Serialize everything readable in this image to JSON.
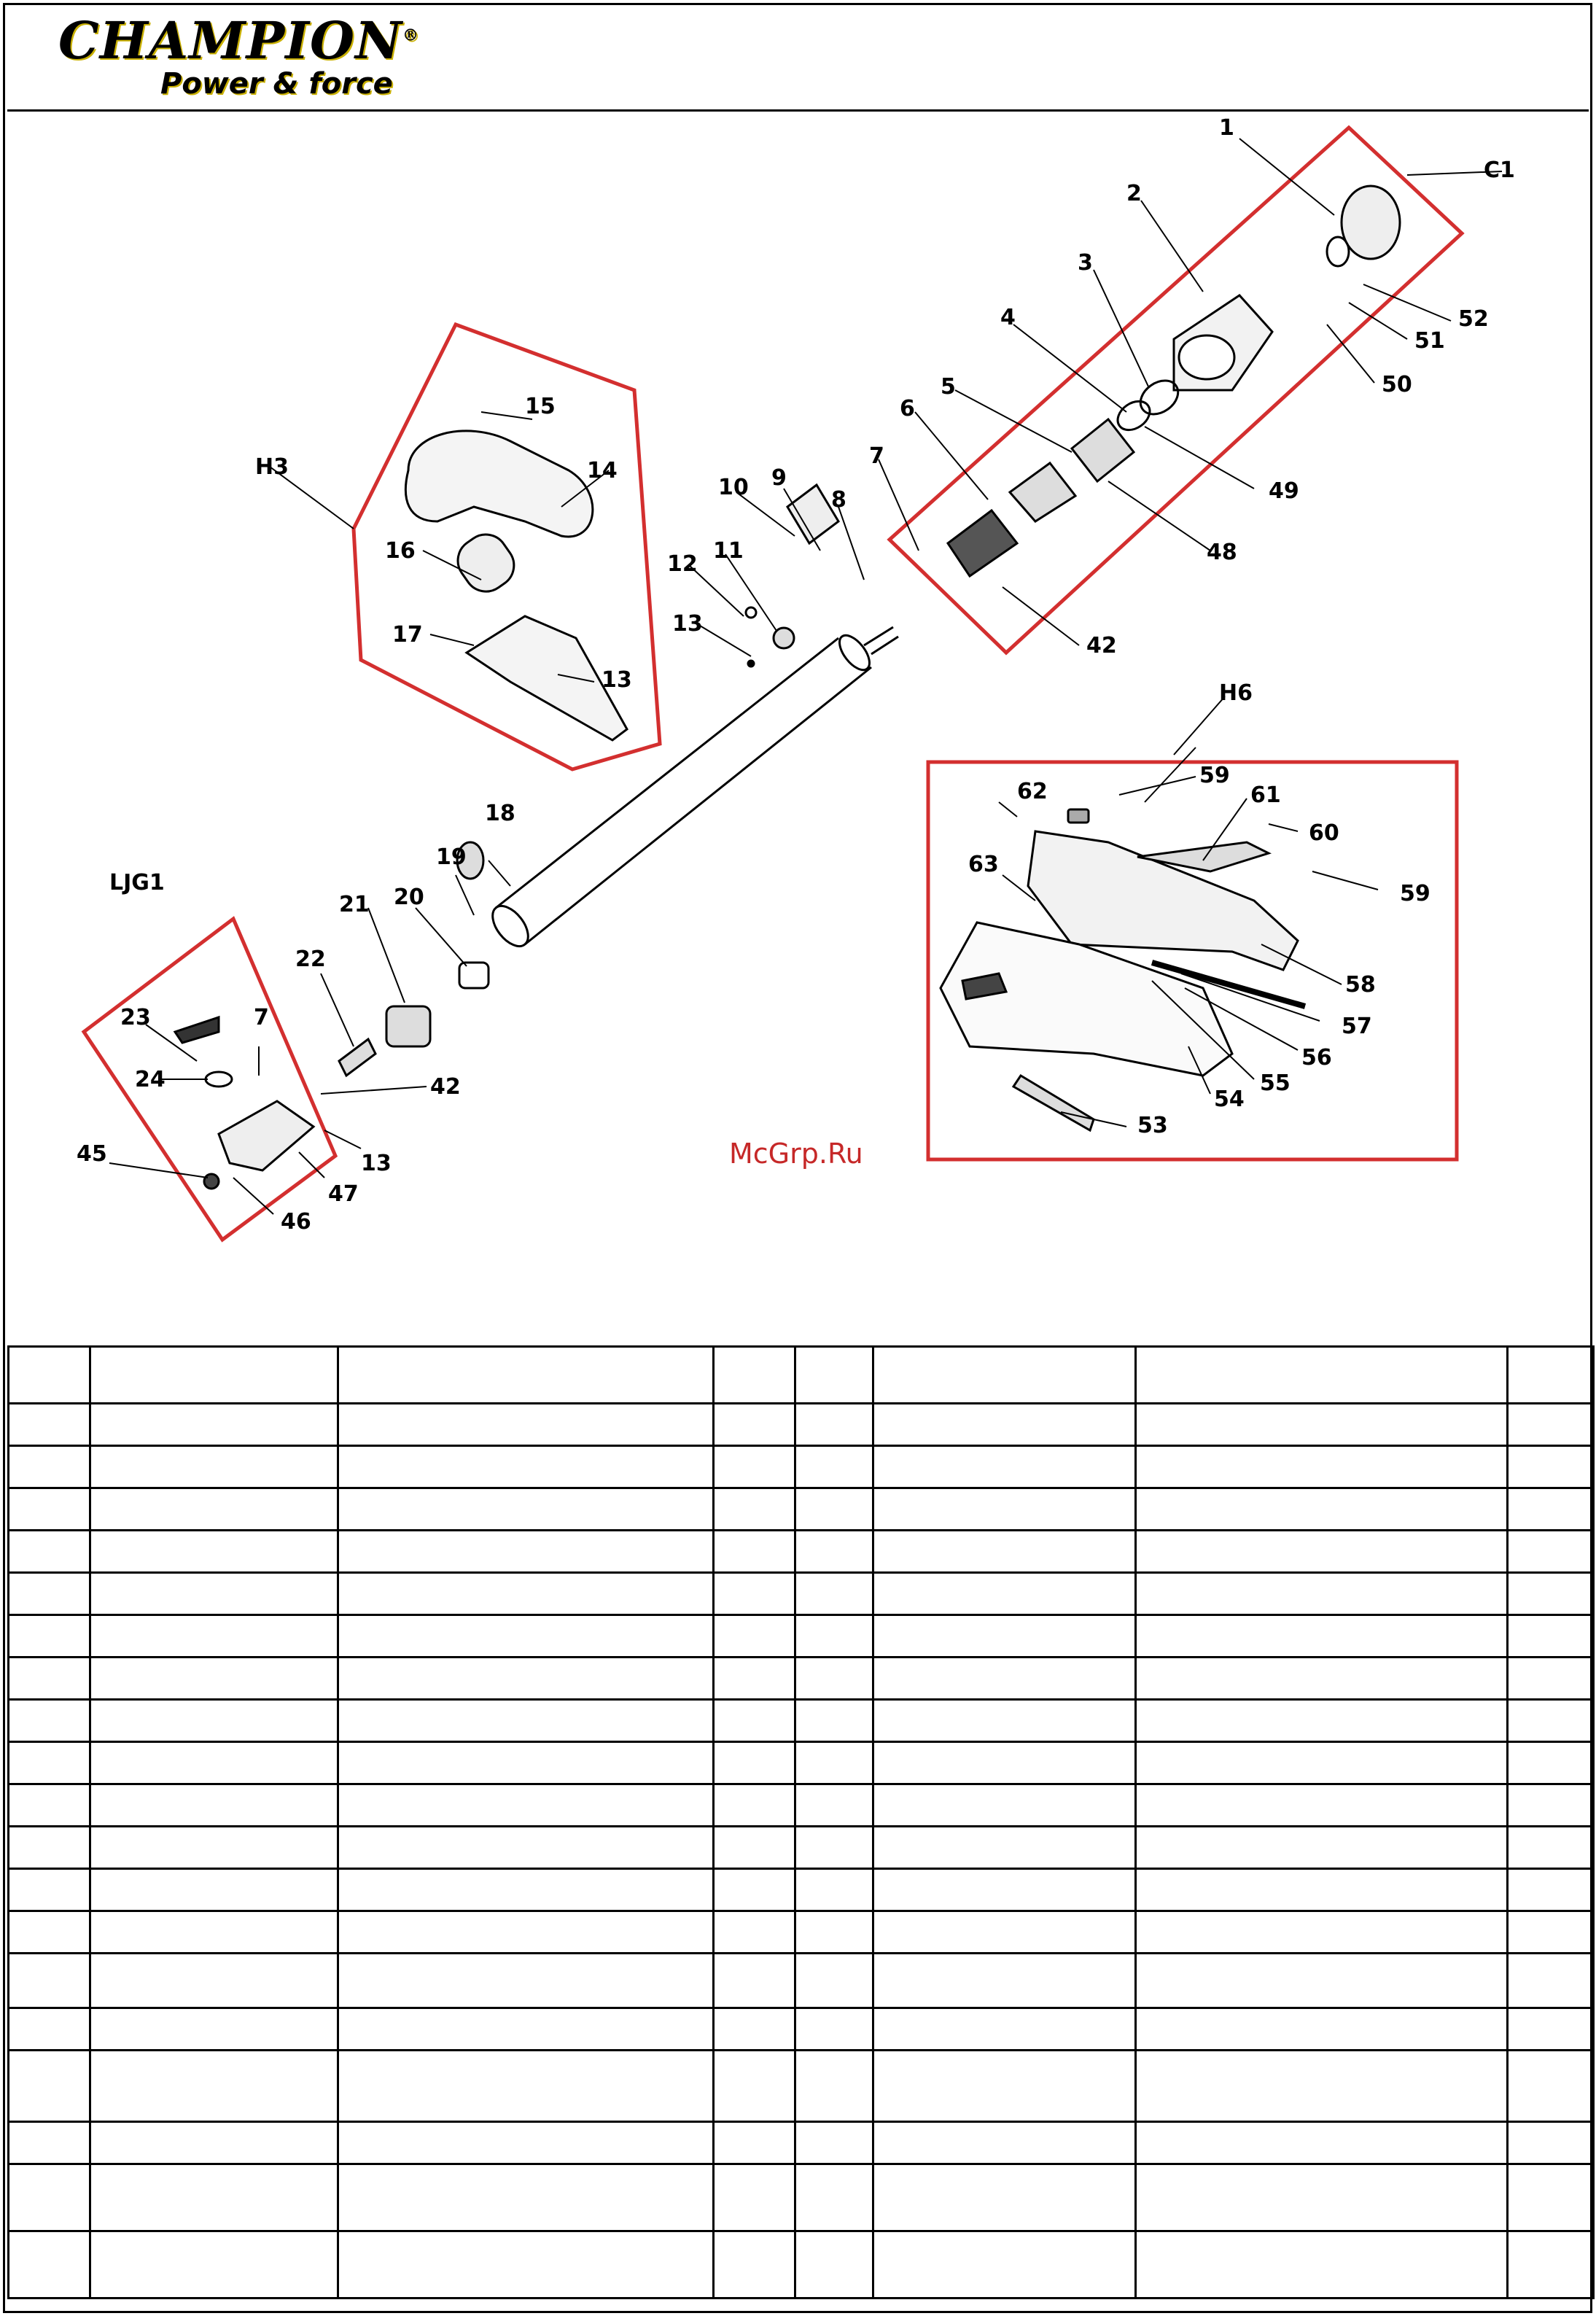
{
  "brand": {
    "name": "CHAMPION",
    "tagline": "Power & force",
    "registered_mark": "®",
    "colors": {
      "text": "#000000",
      "accent": "#c9b000"
    }
  },
  "watermark": "McGrp.Ru",
  "diagram": {
    "group_labels": [
      "C1",
      "H3",
      "H6",
      "LJG1"
    ],
    "part_numbers": [
      "1",
      "2",
      "3",
      "4",
      "5",
      "6",
      "7",
      "8",
      "9",
      "10",
      "11",
      "12",
      "13",
      "14",
      "15",
      "16",
      "17",
      "18",
      "19",
      "20",
      "21",
      "22",
      "23",
      "24",
      "42",
      "45",
      "46",
      "47",
      "48",
      "49",
      "50",
      "51",
      "52",
      "53",
      "54",
      "55",
      "56",
      "57",
      "58",
      "59",
      "60",
      "61",
      "62",
      "63"
    ],
    "highlight_color": "#d32f2f"
  },
  "parts_table": {
    "row_count": 21,
    "column_count": 8,
    "cells_text": "empty"
  }
}
